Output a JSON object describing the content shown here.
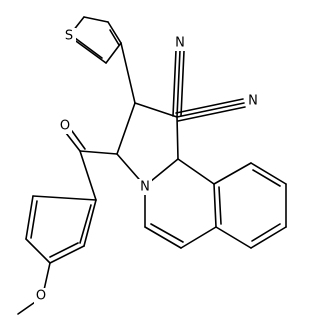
{
  "molecule": {
    "atoms": {
      "thiophene_S": "S",
      "nitrile_N1": "N",
      "nitrile_N2": "N",
      "carbonyl_O": "O",
      "ring_N": "N",
      "ether_O": "O"
    }
  }
}
